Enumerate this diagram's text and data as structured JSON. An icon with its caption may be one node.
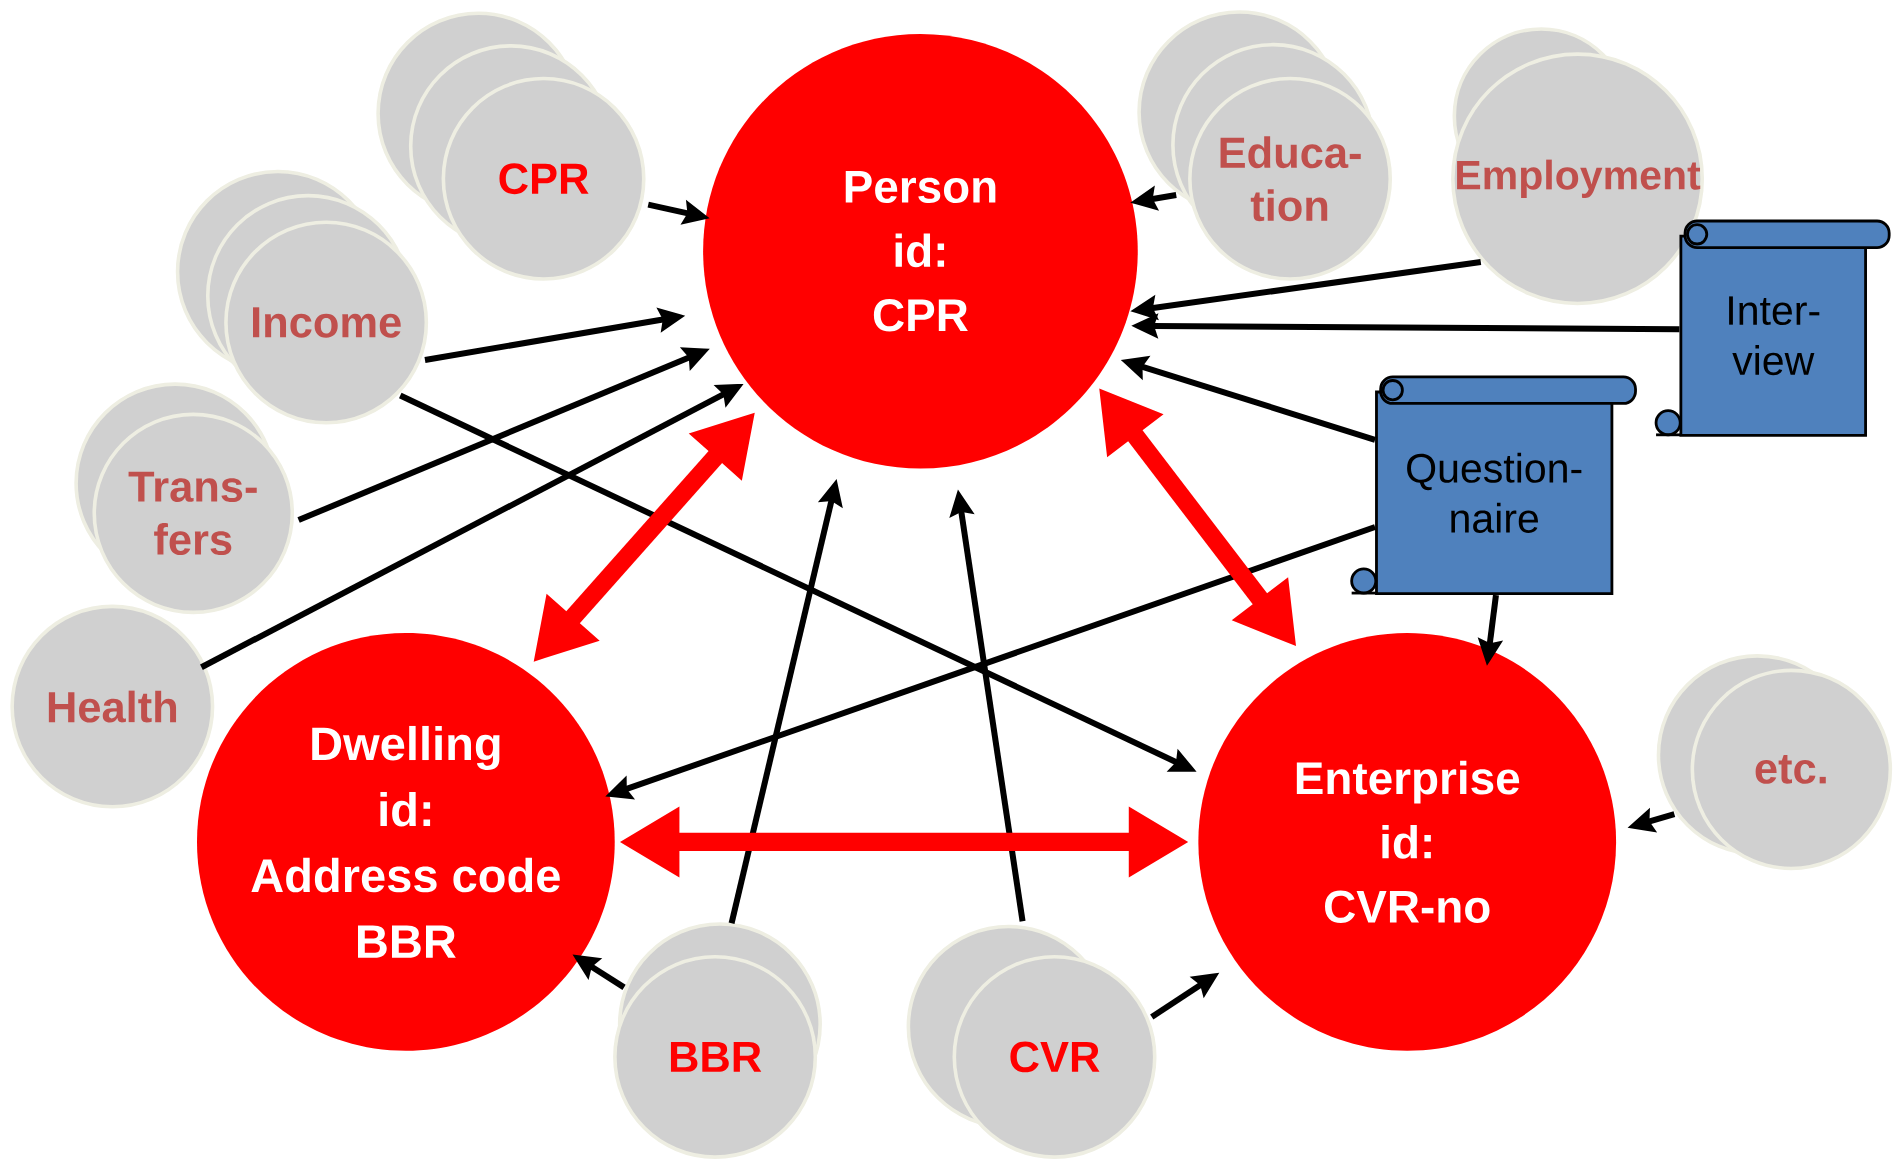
{
  "diagram": {
    "nodes": [
      {
        "text": [
          "Person",
          "id:",
          "CPR"
        ]
      },
      {
        "text": [
          "Dwelling",
          "id:",
          "Address code",
          "BBR"
        ]
      },
      {
        "text": [
          "Enterprise",
          "id:",
          "CVR-no"
        ]
      },
      {
        "text": [
          "CPR"
        ]
      },
      {
        "text": [
          "Educa- tion"
        ]
      },
      {
        "text": [
          "Employment"
        ]
      },
      {
        "text": [
          "Income"
        ]
      },
      {
        "text": [
          "Trans- fers"
        ]
      },
      {
        "text": [
          "Health"
        ]
      },
      {
        "text": [
          "Inter- view"
        ]
      },
      {
        "text": [
          "Question- naire"
        ]
      },
      {
        "text": [
          "etc."
        ]
      },
      {
        "text": [
          "BBR"
        ]
      },
      {
        "text": [
          "CVR"
        ]
      }
    ],
    "edges": [
      {
        "from": 3,
        "to": 0,
        "arrow": "to"
      },
      {
        "from": 4,
        "to": 0,
        "arrow": "to"
      },
      {
        "from": 5,
        "to": 0,
        "arrow": "to"
      },
      {
        "from": 9,
        "to": 0,
        "arrow": "to"
      },
      {
        "from": 10,
        "to": 0,
        "arrow": "to"
      },
      {
        "from": 6,
        "to": 0,
        "arrow": "to"
      },
      {
        "from": 6,
        "to": 2,
        "arrow": "to"
      },
      {
        "from": 7,
        "to": 0,
        "arrow": "to"
      },
      {
        "from": 8,
        "to": 0,
        "arrow": "to"
      },
      {
        "from": 10,
        "to": 1,
        "arrow": "to"
      },
      {
        "from": 10,
        "to": 2,
        "arrow": "to"
      },
      {
        "from": 12,
        "to": 0,
        "arrow": "to"
      },
      {
        "from": 12,
        "to": 1,
        "arrow": "to"
      },
      {
        "from": 13,
        "to": 0,
        "arrow": "to"
      },
      {
        "from": 13,
        "to": 2,
        "arrow": "to"
      },
      {
        "from": 11,
        "to": 2,
        "arrow": "to"
      },
      {
        "from": 0,
        "to": 1,
        "arrow": "both",
        "style": "thick",
        "color": "#ff0000"
      },
      {
        "from": 0,
        "to": 2,
        "arrow": "both",
        "style": "thick",
        "color": "#ff0000"
      },
      {
        "from": 1,
        "to": 2,
        "arrow": "both",
        "style": "thick",
        "color": "#ff0000"
      }
    ]
  }
}
